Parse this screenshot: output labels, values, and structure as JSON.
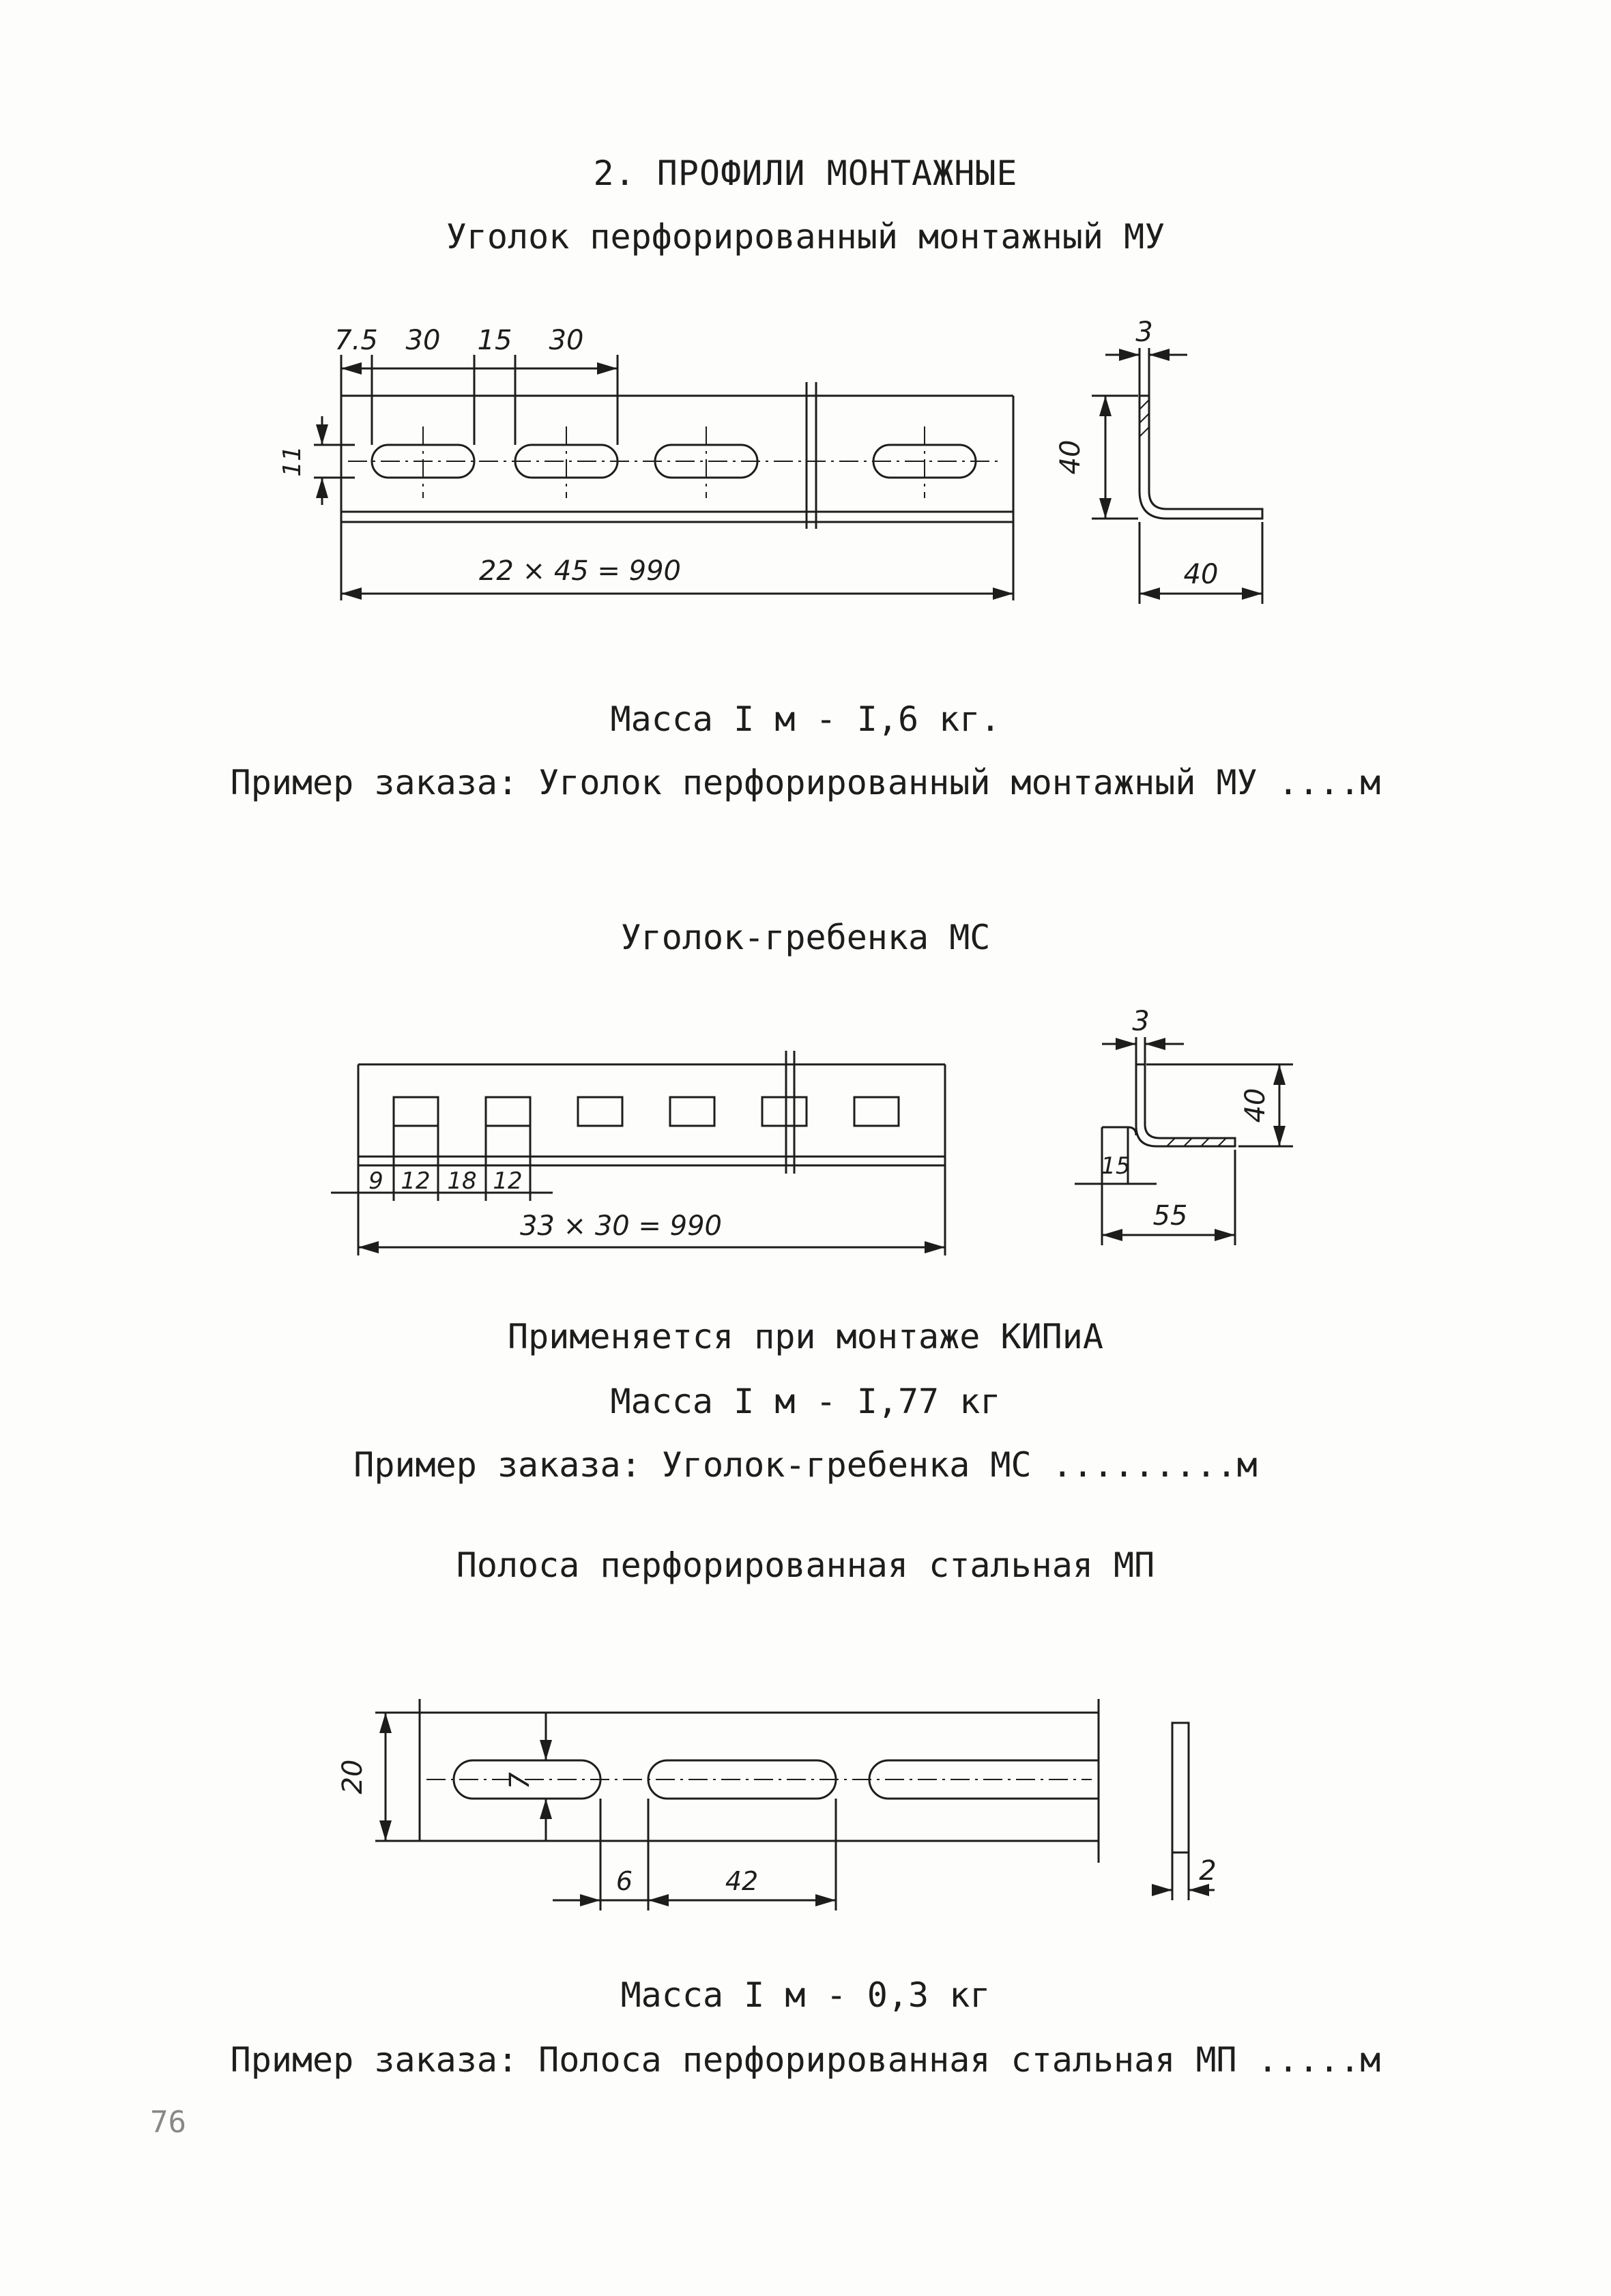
{
  "section_title": "2. ПРОФИЛИ МОНТАЖНЫЕ",
  "mu": {
    "title": "Уголок перфорированный монтажный МУ",
    "dims": {
      "d75": "7.5",
      "d30a": "30",
      "d15": "15",
      "d30b": "30",
      "d11": "11",
      "length": "22 × 45 = 990",
      "thickness": "3",
      "height": "40",
      "width": "40"
    },
    "mass": "Масса I м - I,6 кг.",
    "order": "Пример заказа: Уголок перфорированный монтажный МУ ....м"
  },
  "ms": {
    "title": "Уголок-гребенка МС",
    "dims": {
      "d9": "9",
      "d12a": "12",
      "d18": "18",
      "d12b": "12",
      "length": "33 × 30 = 990",
      "thickness": "3",
      "height": "40",
      "d15": "15",
      "width": "55"
    },
    "usage": "Применяется при монтаже КИПиА",
    "mass": "Масса I м - I,77 кг",
    "order": "Пример заказа: Уголок-гребенка МС .........м"
  },
  "mp": {
    "title": "Полоса перфорированная стальная МП",
    "dims": {
      "d20": "20",
      "d7": "7",
      "d6": "6",
      "d42": "42",
      "d2": "2"
    },
    "mass": "Масса I м - 0,3 кг",
    "order": "Пример заказа: Полоса перфорированная стальная МП .....м"
  },
  "page_number": "76"
}
